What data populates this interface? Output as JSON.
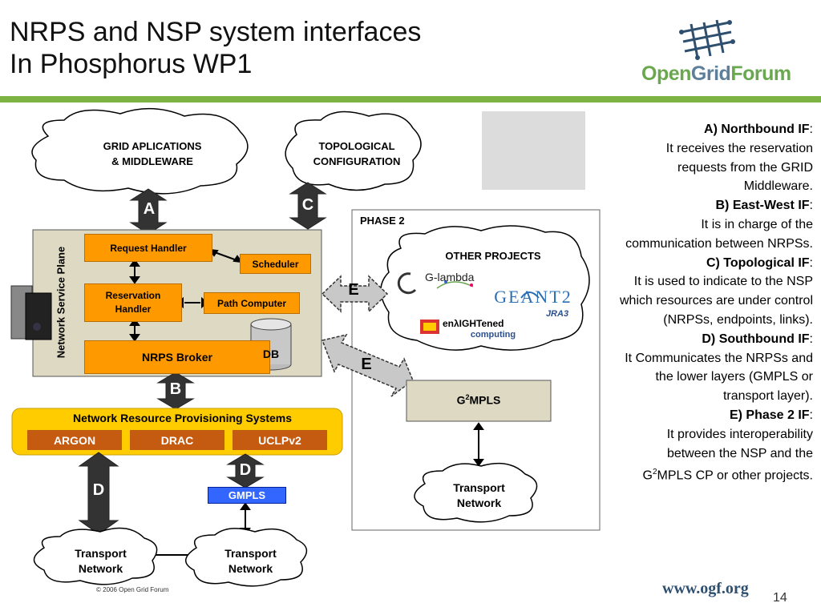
{
  "title": {
    "line1": "NRPS and NSP system interfaces",
    "line2": "In Phosphorus WP1"
  },
  "logo": {
    "open": "Open",
    "grid": "Grid",
    "forum": "Forum"
  },
  "clouds": {
    "grid_apps": {
      "line1": "GRID APLICATIONS",
      "line2": "& MIDDLEWARE"
    },
    "topological": {
      "line1": "TOPOLOGICAL",
      "line2": "CONFIGURATION"
    },
    "other_projects": "OTHER PROJECTS",
    "transport_right": {
      "line1": "Transport",
      "line2": "Network"
    },
    "transport_left": {
      "line1": "Transport",
      "line2": "Network"
    },
    "transport_mid": {
      "line1": "Transport",
      "line2": "Network"
    }
  },
  "projects": {
    "glambda": "G-lambda",
    "geant": "GEANT2",
    "jra3": "JRA3",
    "enlightened": "enλIGHTened",
    "computing": "computing"
  },
  "arrows": {
    "a": "A",
    "b": "B",
    "c": "C",
    "d1": "D",
    "d2": "D",
    "e1": "E",
    "e2": "E"
  },
  "nsp": {
    "plane_label": "Network Service Plane",
    "request_handler": "Request Handler",
    "scheduler": "Scheduler",
    "reservation_handler_1": "Reservation",
    "reservation_handler_2": "Handler",
    "path_computer": "Path Computer",
    "broker": "NRPS Broker",
    "db": "DB"
  },
  "phase2": {
    "label": "PHASE 2",
    "g2mpls": "G2MPLS"
  },
  "nrps": {
    "title": "Network Resource Provisioning Systems",
    "items": [
      "ARGON",
      "DRAC",
      "UCLPv2"
    ],
    "gmpls": "GMPLS"
  },
  "side": {
    "a_title": "A) Northbound IF",
    "a_text": "It receives the reservation requests from the GRID Middleware.",
    "b_title": "B) East-West IF",
    "b_text": "It is in charge of the communication between NRPSs.",
    "c_title": "C) Topological IF",
    "c_text": "It is used to indicate to the NSP which resources are under control (NRPSs, endpoints, links).",
    "d_title": "D) Southbound IF",
    "d_text": "It Communicates the NRPSs and the lower layers (GMPLS or transport layer).",
    "e_title": "E) Phase 2 IF",
    "e_text_1": "It provides interoperability between the NSP and the G",
    "e_sup": "2",
    "e_text_2": "MPLS CP or other projects."
  },
  "footer": {
    "copyright": "© 2006 Open Grid Forum",
    "url": "www.ogf.org",
    "page": "14"
  },
  "colors": {
    "orange": "#ff9900",
    "nrps_yellow": "#ffcc00",
    "brown": "#c55a11",
    "gmpls_blue": "#3366ff",
    "green_bar": "#7cb342",
    "panel": "#ddd9c3"
  }
}
